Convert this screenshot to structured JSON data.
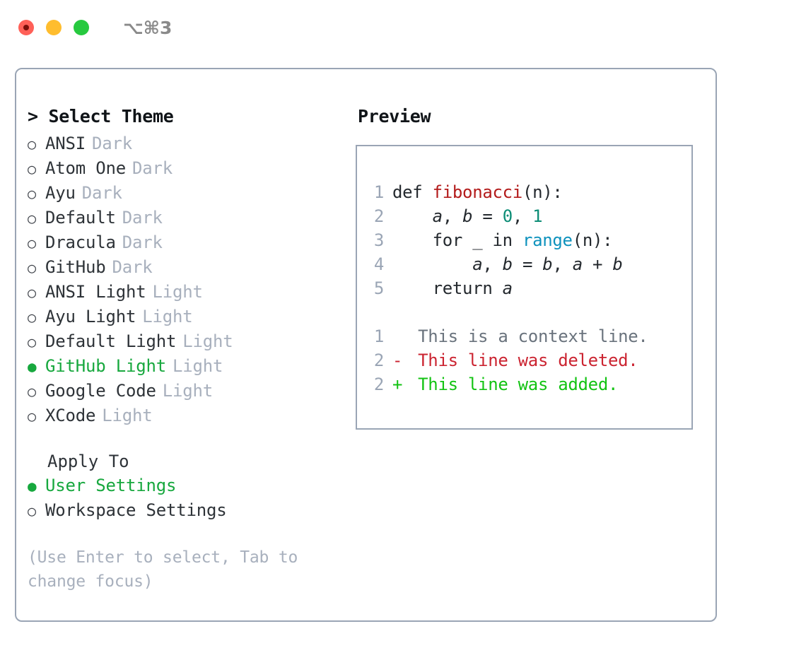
{
  "titlebar": {
    "shortcut": "⌥⌘3",
    "buttons": [
      {
        "name": "close",
        "color": "#ff6058"
      },
      {
        "name": "minimize",
        "color": "#ffbd2e"
      },
      {
        "name": "maximize",
        "color": "#27c93f"
      }
    ]
  },
  "colors": {
    "panel_border": "#9aa5b5",
    "selected_green": "#17a83e",
    "muted_gray": "#a8b0bd",
    "text": "#2e3338",
    "code_function": "#b31b1b",
    "code_number": "#0d8d76",
    "code_call": "#0e92bd",
    "diff_context": "#6a737d",
    "diff_deleted": "#cb2431",
    "diff_added": "#13c313"
  },
  "theme_list": {
    "header": "> Select Theme",
    "marker_unselected": "○",
    "marker_selected": "●",
    "items": [
      {
        "label": "ANSI",
        "tag": "Dark",
        "selected": false
      },
      {
        "label": "Atom One",
        "tag": "Dark",
        "selected": false
      },
      {
        "label": "Ayu",
        "tag": "Dark",
        "selected": false
      },
      {
        "label": "Default",
        "tag": "Dark",
        "selected": false
      },
      {
        "label": "Dracula",
        "tag": "Dark",
        "selected": false
      },
      {
        "label": "GitHub",
        "tag": "Dark",
        "selected": false
      },
      {
        "label": "ANSI Light",
        "tag": "Light",
        "selected": false
      },
      {
        "label": "Ayu Light",
        "tag": "Light",
        "selected": false
      },
      {
        "label": "Default Light",
        "tag": "Light",
        "selected": false
      },
      {
        "label": "GitHub Light",
        "tag": "Light",
        "selected": true
      },
      {
        "label": "Google Code",
        "tag": "Light",
        "selected": false
      },
      {
        "label": "XCode",
        "tag": "Light",
        "selected": false
      }
    ]
  },
  "apply_to": {
    "label": "Apply To",
    "items": [
      {
        "label": "User Settings",
        "selected": true
      },
      {
        "label": "Workspace Settings",
        "selected": false
      }
    ]
  },
  "hint": "(Use Enter to select, Tab to change focus)",
  "preview": {
    "title": "Preview",
    "code_lines": [
      {
        "no": "1",
        "tokens": [
          {
            "t": "def ",
            "k": "kw"
          },
          {
            "t": "fibonacci",
            "k": "fn"
          },
          {
            "t": "(n):",
            "k": "plain"
          }
        ]
      },
      {
        "no": "2",
        "tokens": [
          {
            "t": "    ",
            "k": "plain"
          },
          {
            "t": "a",
            "k": "var"
          },
          {
            "t": ", ",
            "k": "plain"
          },
          {
            "t": "b",
            "k": "var"
          },
          {
            "t": " = ",
            "k": "plain"
          },
          {
            "t": "0",
            "k": "num"
          },
          {
            "t": ", ",
            "k": "plain"
          },
          {
            "t": "1",
            "k": "num"
          }
        ]
      },
      {
        "no": "3",
        "tokens": [
          {
            "t": "    for _ in ",
            "k": "plain"
          },
          {
            "t": "range",
            "k": "call"
          },
          {
            "t": "(n):",
            "k": "plain"
          }
        ]
      },
      {
        "no": "4",
        "tokens": [
          {
            "t": "        ",
            "k": "plain"
          },
          {
            "t": "a",
            "k": "var"
          },
          {
            "t": ", ",
            "k": "plain"
          },
          {
            "t": "b",
            "k": "var"
          },
          {
            "t": " = ",
            "k": "plain"
          },
          {
            "t": "b",
            "k": "var"
          },
          {
            "t": ", ",
            "k": "plain"
          },
          {
            "t": "a",
            "k": "var"
          },
          {
            "t": " + ",
            "k": "plain"
          },
          {
            "t": "b",
            "k": "var"
          }
        ]
      },
      {
        "no": "5",
        "tokens": [
          {
            "t": "    return ",
            "k": "plain"
          },
          {
            "t": "a",
            "k": "var"
          }
        ]
      }
    ],
    "diff_lines": [
      {
        "no": "1",
        "sign": " ",
        "text": " This is a context line.",
        "kind": "context"
      },
      {
        "no": "2",
        "sign": "-",
        "text": " This line was deleted.",
        "kind": "deleted"
      },
      {
        "no": "2",
        "sign": "+",
        "text": " This line was added.",
        "kind": "added"
      }
    ]
  }
}
